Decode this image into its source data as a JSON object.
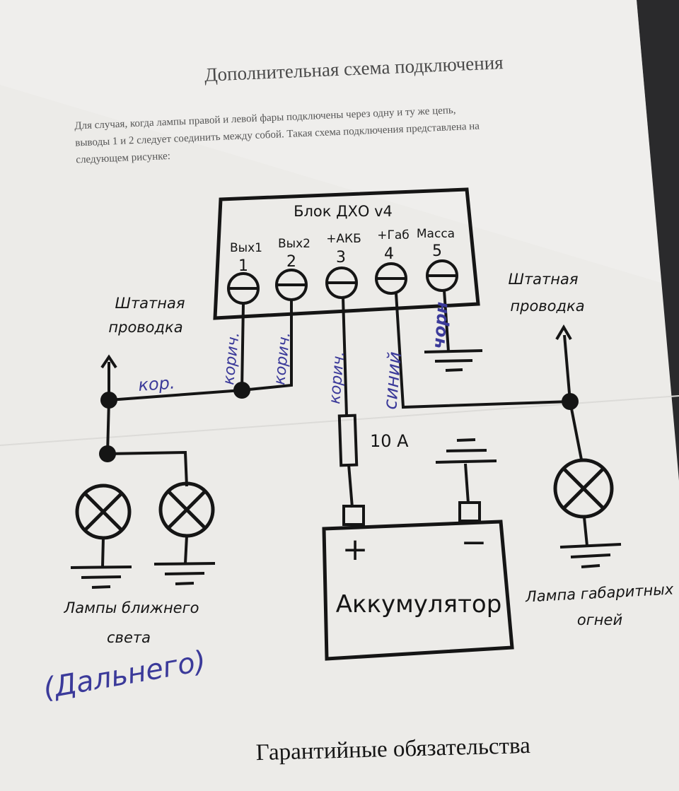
{
  "heading": "Дополнительная схема подключения",
  "intro": [
    "Для случая, когда лампы правой и левой фары подключены через одну и ту же цепь,",
    "выводы 1 и 2 следует соединить между собой. Такая схема подключения представлена на",
    "следующем рисунке:"
  ],
  "block_title": "Блок ДХО v4",
  "terminals": [
    {
      "name": "Вых1",
      "number": "1"
    },
    {
      "name": "Вых2",
      "number": "2"
    },
    {
      "name": "+АКБ",
      "number": "3"
    },
    {
      "name": "+Габ",
      "number": "4"
    },
    {
      "name": "Масса",
      "number": "5"
    }
  ],
  "wiring_left": [
    "Штатная",
    "проводка"
  ],
  "wiring_right": [
    "Штатная",
    "проводка"
  ],
  "fuse_label": "10 А",
  "battery": {
    "label": "Аккумулятор",
    "plus": "+",
    "minus": "−"
  },
  "low_beam_label": [
    "Лампы ближнего",
    "света"
  ],
  "marker_lamp_label": [
    "Лампа габаритных",
    "огней"
  ],
  "handwritten": {
    "wire1": "корич.",
    "wire2": "корич.",
    "wire3": "корич.",
    "wire4": "синий",
    "wire5": "чорн",
    "jumper": "кор.",
    "high_beam": "(Дальнего)"
  },
  "footer": "Гарантийные обязательства",
  "colors": {
    "paper": "#ecebe8",
    "ink": "#151515",
    "pen": "#3b3a9a"
  }
}
